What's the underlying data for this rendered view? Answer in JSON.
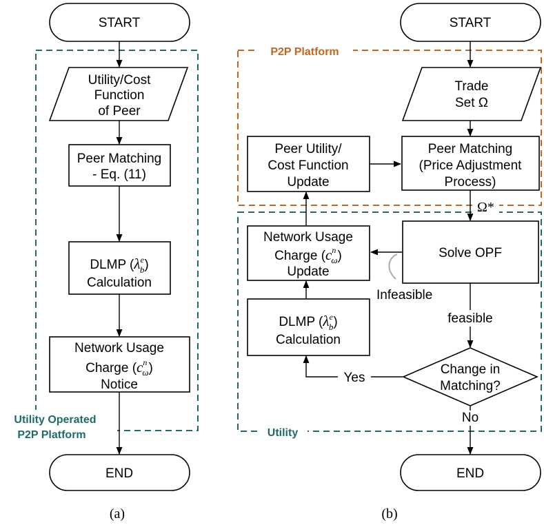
{
  "diagram_a": {
    "start": "START",
    "end": "END",
    "utility_input": [
      "Utility/Cost",
      "Function",
      "of Peer"
    ],
    "peer_matching": [
      "Peer Matching",
      "- Eq. (11)"
    ],
    "dlmp_prefix": "DLMP (",
    "dlmp_symbol": "λ",
    "dlmp_sup": "e",
    "dlmp_sub": "b",
    "dlmp_suffix": ")",
    "dlmp_line2": "Calculation",
    "network_line1": "Network Usage",
    "network_prefix": "Charge (",
    "network_symbol": "c",
    "network_sup": "n",
    "network_sub": "ω",
    "network_suffix": ")",
    "network_line3": "Notice",
    "group_label": [
      "Utility Operated",
      "P2P Platform"
    ],
    "caption": "(a)"
  },
  "diagram_b": {
    "start": "START",
    "end": "END",
    "p2p_label": "P2P Platform",
    "utility_label": "Utility",
    "trade_set": [
      "Trade",
      "Set Ω"
    ],
    "peer_utility_update": [
      "Peer Utility/",
      "Cost Function",
      "Update"
    ],
    "peer_matching": [
      "Peer Matching",
      "(Price Adjustment",
      "Process)"
    ],
    "omega_star": "Ω*",
    "network_line1": "Network Usage",
    "network_prefix": "Charge (",
    "network_symbol": "c",
    "network_sup": "n",
    "network_sub": "ω",
    "network_suffix": ")",
    "network_line3": "Update",
    "solve_opf": "Solve OPF",
    "infeasible": "Infeasible",
    "feasible": "feasible",
    "dlmp_prefix": "DLMP (",
    "dlmp_symbol": "λ",
    "dlmp_sup": "e",
    "dlmp_sub": "b",
    "dlmp_suffix": ")",
    "dlmp_line2": "Calculation",
    "decision": [
      "Change in",
      "Matching?"
    ],
    "yes": "Yes",
    "no": "No",
    "caption": "(b)"
  },
  "colors": {
    "teal": "#1e6b6a",
    "orange": "#c4661f",
    "gray": "#aaaaaa"
  }
}
